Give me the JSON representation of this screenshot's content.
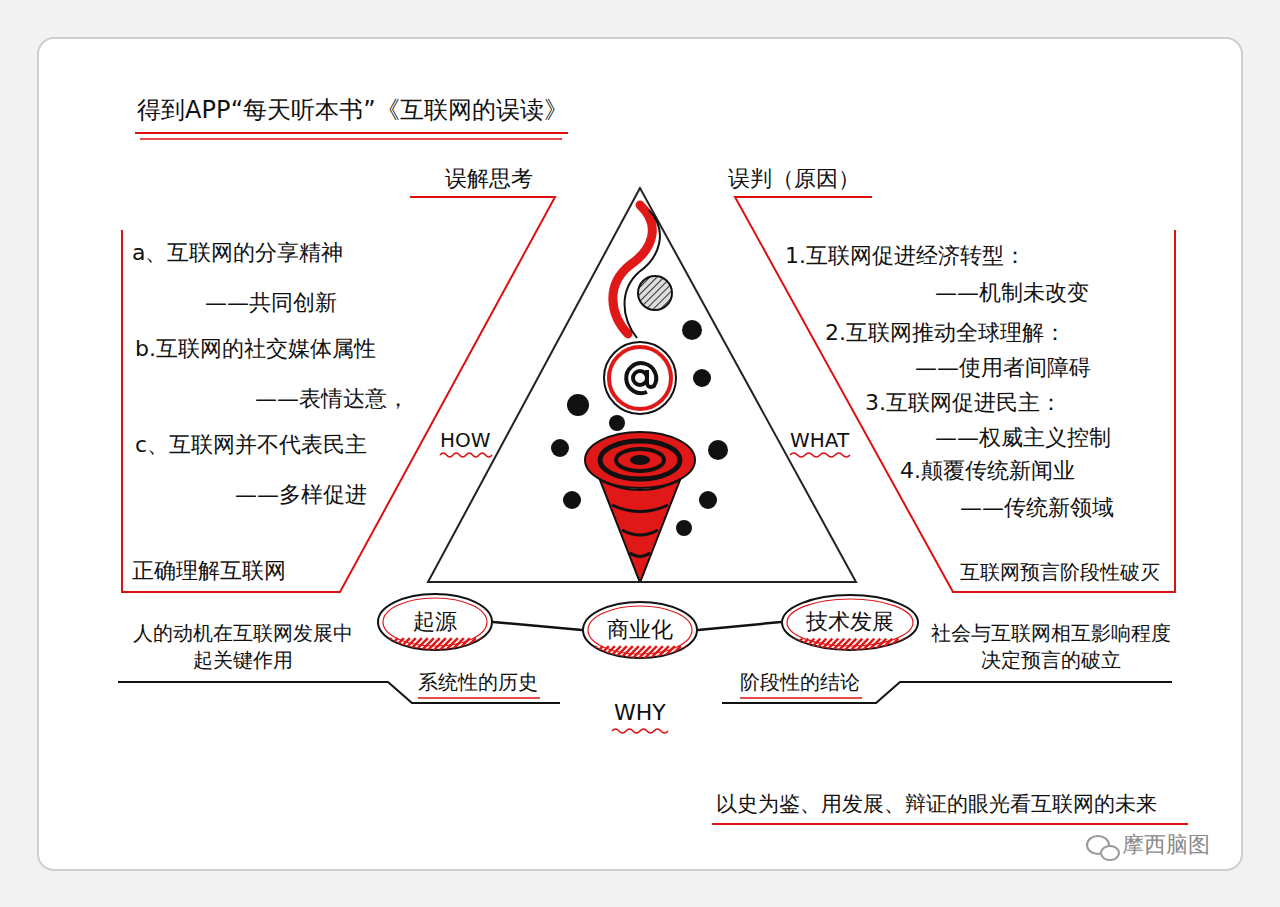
{
  "diagram": {
    "title": "得到APP“每天听本书”《互联网的误读》",
    "nodes": [
      {
        "text": [
          "起源"
        ]
      },
      {
        "text": [
          "商业化"
        ]
      },
      {
        "text": [
          "技术发展"
        ]
      }
    ],
    "edges": [
      {
        "from": 0,
        "to": 1,
        "arrow": "none"
      },
      {
        "from": 1,
        "to": 2,
        "arrow": "none"
      }
    ],
    "labels": [
      "误解思考",
      "误判（原因）",
      "a、互联网的分享精神",
      "——共同创新",
      "b.互联网的社交媒体属性",
      "——表情达意，",
      "c、互联网并不代表民主",
      "——多样促进",
      "正确理解互联网",
      "1.互联网促进经济转型：",
      "——机制未改变",
      "2.互联网推动全球理解：",
      "——使用者间障碍",
      "3.互联网促进民主：",
      "——权威主义控制",
      "4.颠覆传统新闻业",
      "——传统新领域",
      "互联网预言阶段性破灭",
      "HOW",
      "WHAT",
      "人的动机在互联网发展中 起关键作用",
      "系统性的历史",
      "阶段性的结论",
      "社会与互联网相互影响程度 决定预言的破立",
      "WHY",
      "以史为鉴、用发展、辩证的眼光看互联网的未来",
      "摩西脑图"
    ]
  }
}
